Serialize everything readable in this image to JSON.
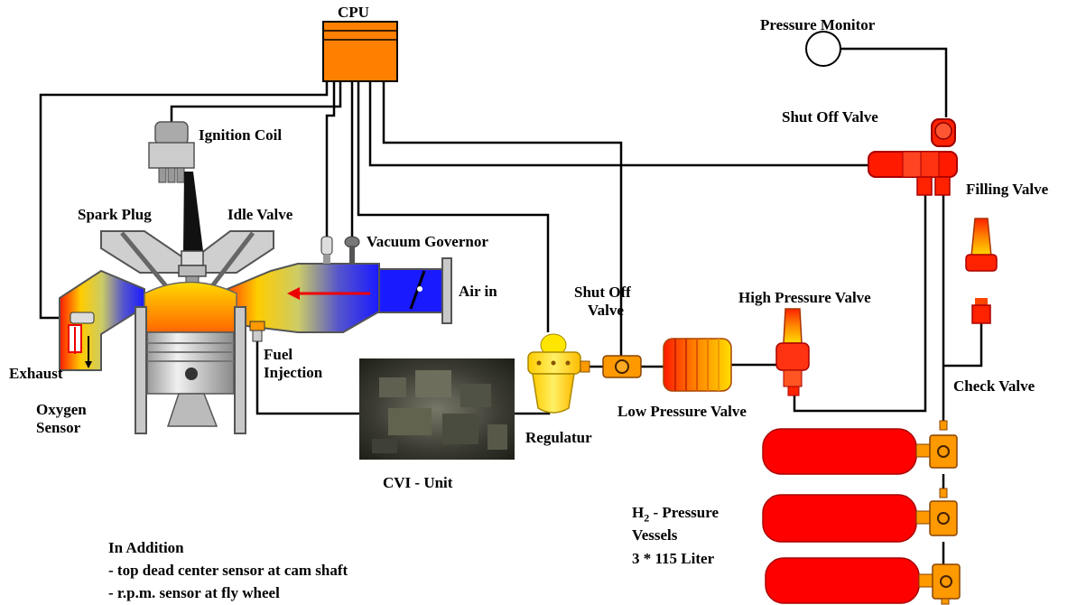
{
  "labels": {
    "cpu": "CPU",
    "pressure_monitor": "Pressure Monitor",
    "shut_off_valve_top": "Shut Off Valve",
    "filling_valve": "Filling Valve",
    "ignition_coil": "Ignition Coil",
    "spark_plug": "Spark Plug",
    "idle_valve": "Idle Valve",
    "vacuum_governor": "Vacuum Governor",
    "air_in": "Air in",
    "shut_off_valve_mid_line1": "Shut Off",
    "shut_off_valve_mid_line2": "Valve",
    "high_pressure_valve": "High Pressure Valve",
    "low_pressure_valve": "Low Pressure Valve",
    "regulatur": "Regulatur",
    "fuel_injection_line1": "Fuel",
    "fuel_injection_line2": "Injection",
    "exhaust": "Exhaust",
    "oxygen_sensor_line1": "Oxygen",
    "oxygen_sensor_line2": "Sensor",
    "cvi_unit": "CVI - Unit",
    "check_valve": "Check Valve",
    "vessels_h": "H",
    "vessels_sub": "2",
    "vessels_line1_rest": " - Pressure",
    "vessels_line2": "Vessels",
    "vessels_line3": "3 * 115 Liter"
  },
  "notes": {
    "title": "In Addition",
    "items": [
      "- top dead center sensor at cam shaft",
      "- r.p.m. sensor at fly wheel"
    ]
  },
  "colors": {
    "cpu": "#ff8000",
    "vessel": "#ff0000",
    "valve_orange": "#ff9900",
    "intake_blue": "#0000ff",
    "regulator_yellow": "#ffdd00"
  }
}
